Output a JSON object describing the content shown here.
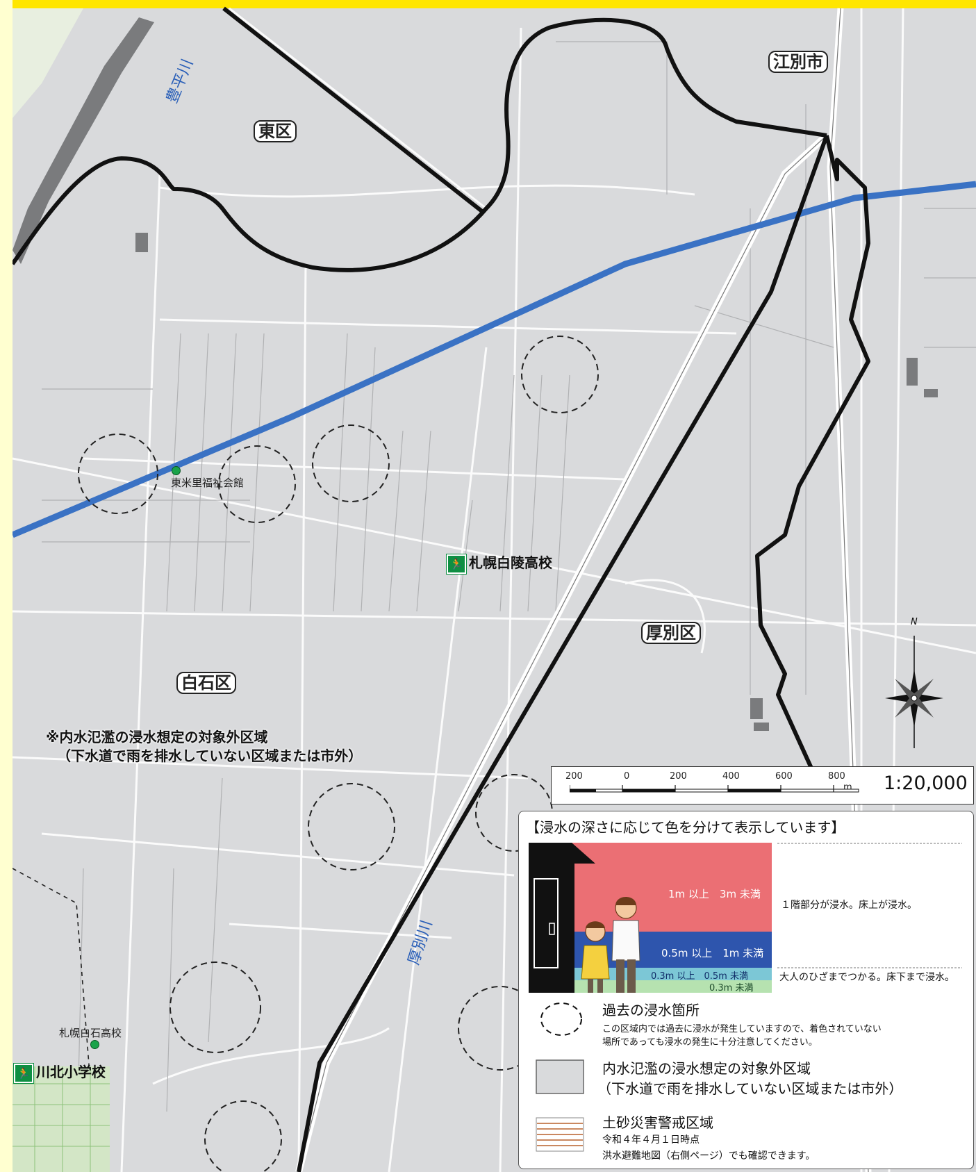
{
  "map": {
    "districts": {
      "higashi": "東区",
      "ebetsu": "江別市",
      "atsubetsu": "厚別区",
      "shiroishi": "白石区"
    },
    "rivers": {
      "toyohira": "豊平川",
      "atsubetsu": "厚別川"
    },
    "places": {
      "community_hall": "東米里福祉会館",
      "sapporo_shiroishi_hs": "札幌白石高校"
    },
    "shelters": {
      "hakuryo_hs": "札幌白陵高校",
      "kawakita_es": "川北小学校"
    },
    "shelter_icon_glyph": "🏃",
    "note_line1": "※内水氾濫の浸水想定の対象外区域",
    "note_line2": "（下水道で雨を排水していない区域または市外）",
    "compass": "N"
  },
  "scale": {
    "ticks": [
      "200",
      "0",
      "200",
      "400",
      "600",
      "800"
    ],
    "unit": "m",
    "ratio": "1:20,000"
  },
  "legend": {
    "title": "【浸水の深さに応じて色を分けて表示しています】",
    "depth_bands": [
      {
        "label": "1m 以上　3m 未満",
        "color": "#eb6f74"
      },
      {
        "label": "0.5m 以上　1m 未満",
        "color": "#2e55ad"
      },
      {
        "label": "0.3m 以上　0.5m 未満",
        "color": "#7cc7d6"
      },
      {
        "label": "0.3m 未満",
        "color": "#b6e2b0"
      }
    ],
    "desc_1": "１階部分が浸水。床上が浸水。",
    "desc_2": "大人のひざまでつかる。床下まで浸水。",
    "past_flood_title": "過去の浸水箇所",
    "past_flood_desc1": "この区域内では過去に浸水が発生していますので、着色されていない",
    "past_flood_desc2": "場所であっても浸水の発生に十分注意してください。",
    "excluded_title": "内水氾濫の浸水想定の対象外区域",
    "excluded_desc": "（下水道で雨を排水していない区域または市外）",
    "landslide_title": "土砂災害警戒区域",
    "landslide_date": "令和４年４月１日時点",
    "landslide_desc": "洪水避難地図（右側ページ）でも確認できます。",
    "colors": {
      "excluded_fill": "#d9dadc",
      "landslide_line": "#b8602c"
    }
  }
}
